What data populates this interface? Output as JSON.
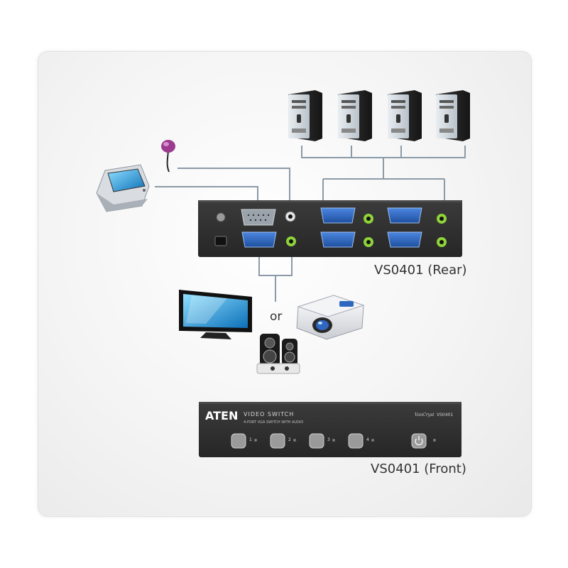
{
  "labels": {
    "rear": "VS0401 (Rear)",
    "front": "VS0401 (Front)",
    "or": "or"
  },
  "front_panel": {
    "brand": "ATEN",
    "product_line": "VIDEO SWITCH",
    "subtitle": "4-PORT VGA SWITCH WITH AUDIO",
    "model_logo": "VanCryst",
    "model": "VS0401",
    "port_buttons": [
      "1",
      "2",
      "3",
      "4"
    ]
  },
  "colors": {
    "device_body": "#2e2e2e",
    "vga_blue": "#2f66c0",
    "audio_green": "#8fd33b",
    "cable": "#8b9aa8"
  },
  "icons": [
    "computer-tower-icon",
    "touch-panel-icon",
    "ir-sensor-icon",
    "lcd-tv-icon",
    "projector-icon",
    "speakers-icon"
  ]
}
